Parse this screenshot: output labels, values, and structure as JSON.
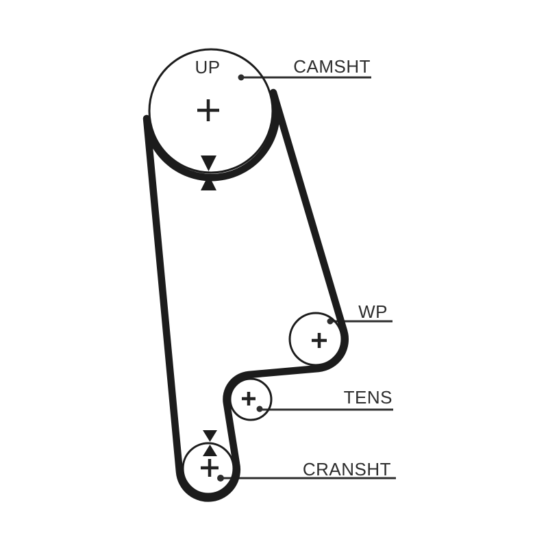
{
  "diagram": {
    "title": "timing-belt-routing-diagram",
    "orientation_label": "UP",
    "labels": {
      "camshaft": "CAMSHT",
      "water_pump": "WP",
      "tensioner": "TENS",
      "crankshaft": "CRANSHT"
    },
    "colors": {
      "background": "#ffffff",
      "belt": "#1c1c1c",
      "pulley_outline": "#1c1c1c",
      "leader_line": "#2d2d2d",
      "text": "#2d2d2d"
    },
    "pulleys": [
      {
        "id": "camshaft",
        "label": "CAMSHT",
        "center_mark": "+",
        "alignment_marks": "double-triangle"
      },
      {
        "id": "water-pump",
        "label": "WP",
        "center_mark": "+",
        "alignment_marks": "none"
      },
      {
        "id": "tensioner",
        "label": "TENS",
        "center_mark": "+",
        "alignment_marks": "none"
      },
      {
        "id": "crankshaft",
        "label": "CRANSHT",
        "center_mark": "+",
        "alignment_marks": "double-triangle"
      }
    ]
  }
}
